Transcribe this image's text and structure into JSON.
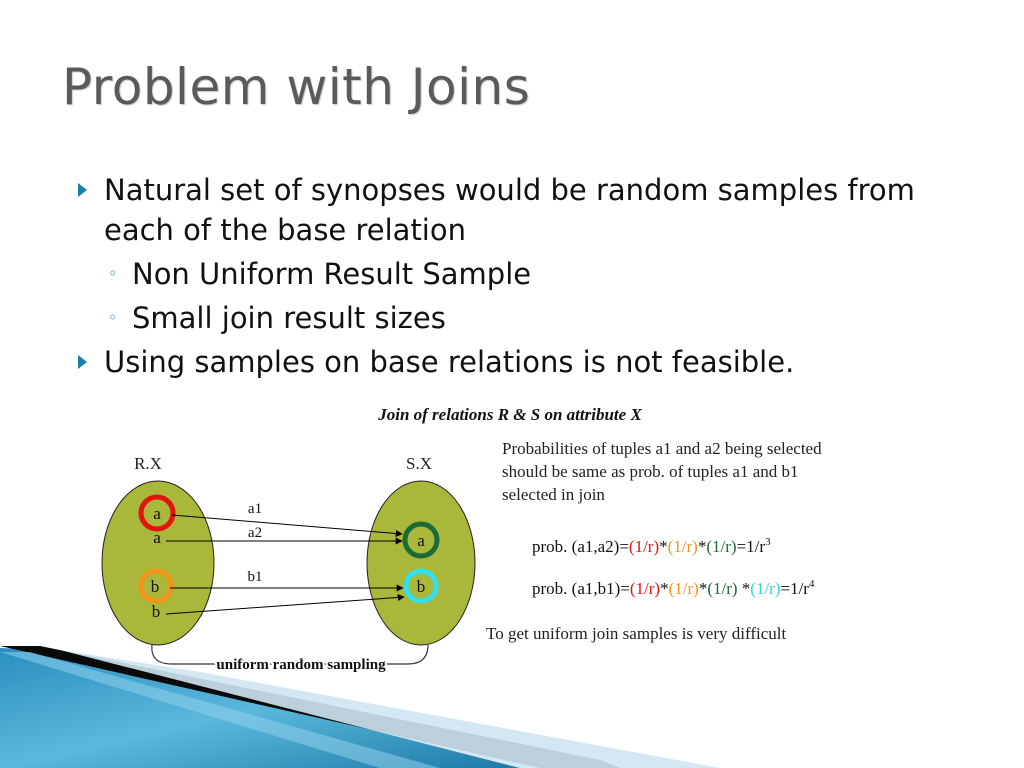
{
  "slide": {
    "title": "Problem with Joins",
    "bullets": [
      {
        "text": "Natural set of synopses would be random samples from each of the base relation"
      },
      {
        "text": "Using samples on base relations is not feasible."
      }
    ],
    "sub_bullets": [
      {
        "text": "Non Uniform Result Sample"
      },
      {
        "text": "Small join result sizes"
      }
    ]
  },
  "figure": {
    "caption": "Join of relations R & S on attribute X",
    "left_label": "R.X",
    "right_label": "S.X",
    "left_items": [
      "a",
      "a",
      "b",
      "b"
    ],
    "right_items": [
      "a",
      "b"
    ],
    "edge_labels": [
      "a1",
      "a2",
      "b1"
    ],
    "sampling_label": "uniform random sampling",
    "note": {
      "line1": "Probabilities of tuples a1 and a2 being selected",
      "line2": "should be same as prob. of  tuples a1 and b1",
      "line3": "selected in join"
    },
    "formula1": {
      "prefix": "prob. (a1,a2)=",
      "t1": "(1/r)",
      "s1": "*",
      "t2": "(1/r)",
      "s2": "*",
      "t3": "(1/r)",
      "result": "=1/r",
      "exp": "3"
    },
    "formula2": {
      "prefix": "prob. (a1,b1)=",
      "t1": "(1/r)",
      "s1": "*",
      "t2": "(1/r)",
      "s2": "*",
      "t3": "(1/r) ",
      "s3": "*",
      "t4": "(1/r)",
      "result": "=1/r",
      "exp": "4"
    },
    "footer": "To get uniform join samples is very difficult"
  },
  "colors": {
    "title": "#5a5a5a",
    "bullet_marker": "#1a7fa8",
    "ellipse_fill": "#a9b83a",
    "red": "#e3130f",
    "orange": "#f3941a",
    "green": "#1b6b3a",
    "cyan": "#2fe0ee",
    "accent_blue": "#1b8fc0"
  },
  "icons": {
    "bullet": "triangle-bullet-icon",
    "sub_bullet": "ring-bullet-icon"
  }
}
